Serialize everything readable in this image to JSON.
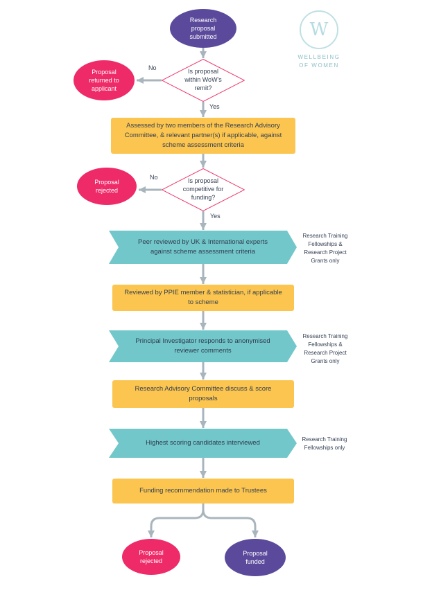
{
  "logo": {
    "monogram": "W",
    "wordmark": "WELLBEING\nOF WOMEN"
  },
  "labels": {
    "no_remit": "No",
    "yes_remit": "Yes",
    "no_competitive": "No",
    "yes_competitive": "Yes"
  },
  "flow": {
    "start": "Research\nproposal\nsubmitted",
    "decision_remit": "Is proposal\nwithin WoW's\nremit?",
    "returned": "Proposal\nreturned to\napplicant",
    "assessed": "Assessed by two members of the Research Advisory\nCommittee, & relevant partner(s) if applicable, against\nscheme assessment criteria",
    "decision_competitive": "Is proposal\ncompetitive for\nfunding?",
    "rejected_mid": "Proposal\nrejected",
    "peer_review": "Peer reviewed by UK & International experts\nagainst scheme assessment criteria",
    "note_peer_review": "Research Training\nFellowships &\nResearch Project\nGrants only",
    "ppie_review": "Reviewed by PPIE member & statistician, if applicable\nto scheme",
    "pi_response": "Principal Investigator responds to anonymised\nreviewer comments",
    "note_pi_response": "Research Training\nFellowships &\nResearch Project\nGrants only",
    "rac_scoring": "Research Advisory Committee discuss & score\nproposals",
    "interviews": "Highest scoring candidates interviewed",
    "note_interviews": "Research Training\nFellowships only",
    "funding_recommendation": "Funding recommendation made to Trustees",
    "rejected_final": "Proposal\nrejected",
    "funded": "Proposal\nfunded"
  },
  "colors": {
    "purple": "#5b4a9b",
    "pink": "#ee2a68",
    "yellow": "#fbc54f",
    "teal": "#72c7cb",
    "arrow_gray": "#a9b5bd",
    "text_dark": "#333f52",
    "logo_teal": "#8dbfc6"
  }
}
